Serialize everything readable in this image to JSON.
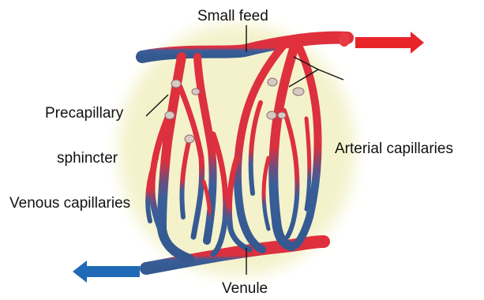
{
  "labels": {
    "small_feed": "Small feed",
    "precapillary": "Precapillary",
    "sphincter": "sphincter",
    "venous_capillaries": "Venous capillaries",
    "arterial_capillaries": "Arterial capillaries",
    "venule": "Venule"
  },
  "colors": {
    "arterial": "#e0303c",
    "venous": "#3a5e99",
    "arrow_out": "#e8242a",
    "arrow_in": "#1f6ab7",
    "glow": "#f3f1c6"
  }
}
